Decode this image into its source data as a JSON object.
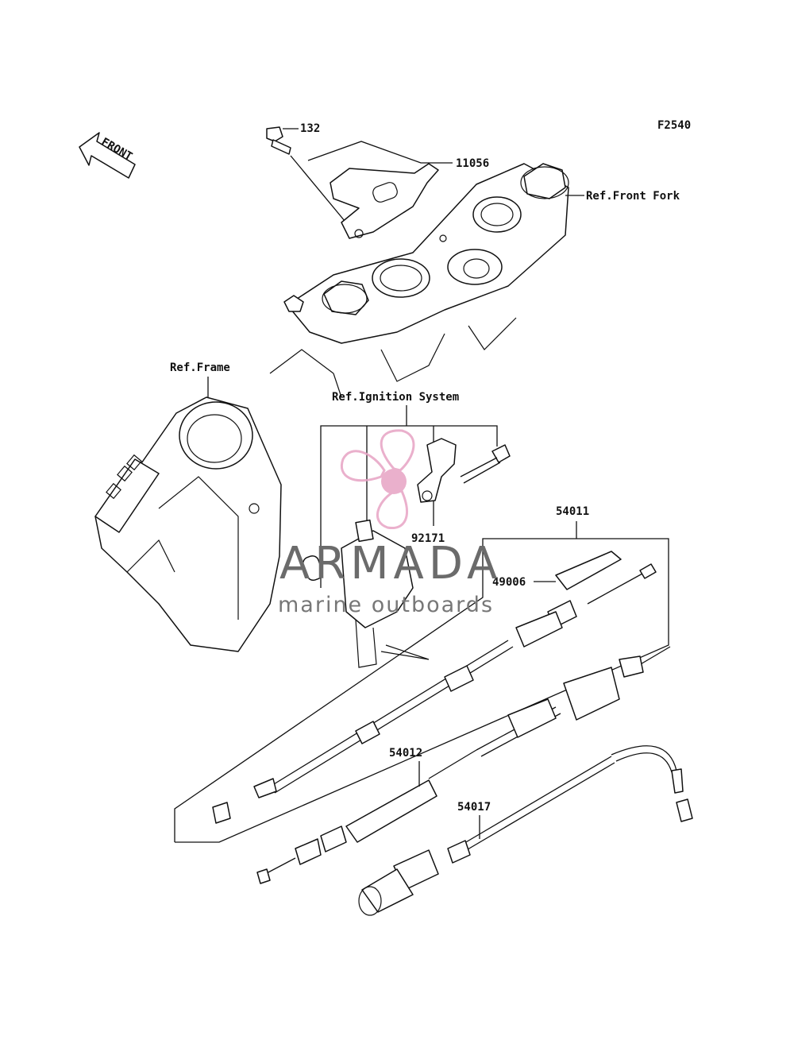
{
  "figure_code": "F2540",
  "direction_label": "FRONT",
  "callouts": {
    "bolt": "132",
    "bracket": "11056",
    "front_fork": "Ref.Front Fork",
    "frame": "Ref.Frame",
    "ignition": "Ref.Ignition System",
    "holder": "92171",
    "clutch_cable": "54011",
    "cable_cover": "49006",
    "throttle_cable": "54012",
    "choke_cable": "54017"
  },
  "watermark": {
    "brand": "ARMADA",
    "tagline": "marine outboards",
    "logo_color": "#e7a3c4",
    "text_color": "#6b6b6b"
  }
}
